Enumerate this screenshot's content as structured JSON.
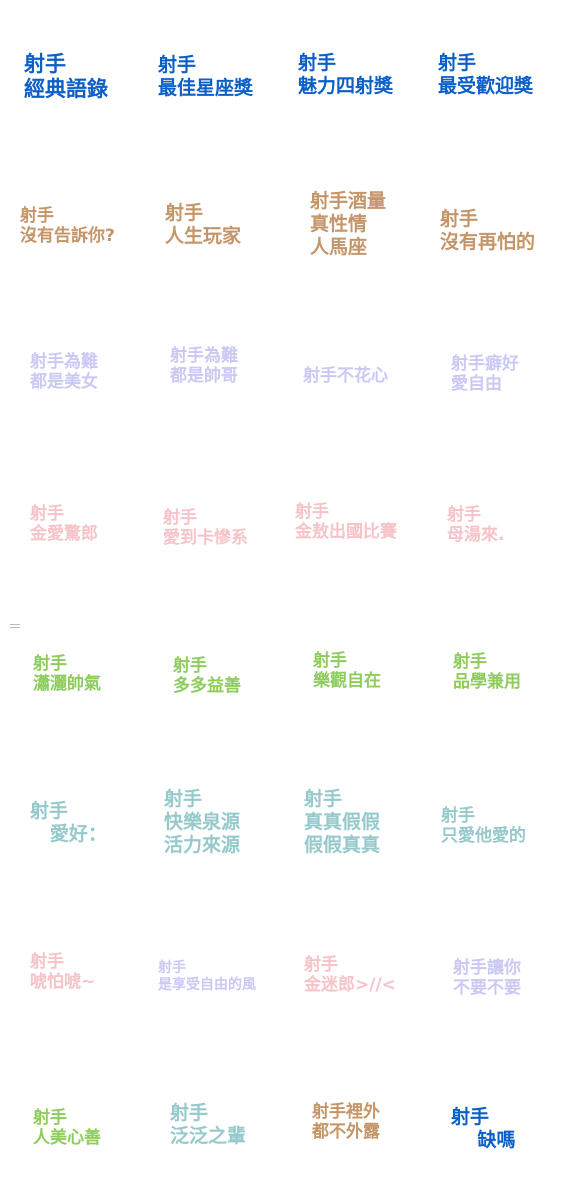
{
  "stickers": [
    {
      "text": "射手\n經典語錄",
      "color": "#0b5fc7"
    },
    {
      "text": "射手\n最佳星座獎",
      "color": "#0b5fc7"
    },
    {
      "text": "射手\n魅力四射獎",
      "color": "#0b5fc7"
    },
    {
      "text": "射手\n最受歡迎獎",
      "color": "#0b5fc7"
    },
    {
      "text": "射手\n沒有告訴你?",
      "color": "#c49568"
    },
    {
      "text": "射手\n人生玩家",
      "color": "#c49568"
    },
    {
      "text": "射手酒量\n真性情\n人馬座",
      "color": "#c49568"
    },
    {
      "text": "射手\n沒有再怕的",
      "color": "#c49568"
    },
    {
      "text": "射手為難\n都是美女",
      "color": "#c9c9f4"
    },
    {
      "text": "射手為難\n都是帥哥",
      "color": "#c9c9f4"
    },
    {
      "text": "射手不花心",
      "color": "#c9c9f4"
    },
    {
      "text": "射手癖好\n愛自由",
      "color": "#c9c9f4"
    },
    {
      "text": "射手\n金愛驚郎",
      "color": "#f6c3c8"
    },
    {
      "text": "射手\n愛到卡慘系",
      "color": "#f6c3c8"
    },
    {
      "text": "射手\n金敖出國比賽",
      "color": "#f6c3c8"
    },
    {
      "text": "射手\n母湯來.",
      "color": "#f6c3c8"
    },
    {
      "text": "射手\n瀟灑帥氣",
      "color": "#8dcc5d"
    },
    {
      "text": "射手\n多多益善",
      "color": "#8dcc5d"
    },
    {
      "text": "射手\n樂觀自在",
      "color": "#8dcc5d"
    },
    {
      "text": "射手\n品學兼用",
      "color": "#8dcc5d"
    },
    {
      "text": "射手\n   愛好：",
      "color": "#96c9cb"
    },
    {
      "text": "射手\n快樂泉源\n活力來源",
      "color": "#96c9cb"
    },
    {
      "text": "射手\n真真假假\n假假真真",
      "color": "#96c9cb"
    },
    {
      "text": "射手\n只愛他愛的",
      "color": "#96c9cb"
    },
    {
      "text": "射手\n唬怕唬~",
      "color": "#f6c3c8"
    },
    {
      "text": "射手\n是享受自由的風",
      "color": "#c9c9f4"
    },
    {
      "text": "射手\n金迷郎>//<",
      "color": "#f6c3c8"
    },
    {
      "text": "射手讓你\n不要不要",
      "color": "#c9c9f4"
    },
    {
      "text": "射手\n人美心善",
      "color": "#8dcc5d"
    },
    {
      "text": "射手\n泛泛之輩",
      "color": "#96c9cb"
    },
    {
      "text": "射手裡外\n都不外露",
      "color": "#c49568"
    },
    {
      "text": "射手\n    缺嗎",
      "color": "#0b5fc7"
    }
  ]
}
